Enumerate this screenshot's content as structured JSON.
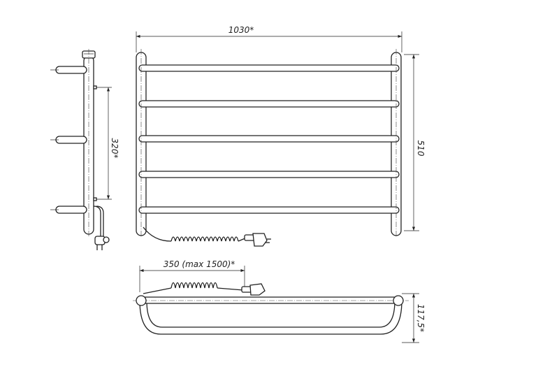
{
  "dimensions": {
    "width": "1030*",
    "height": "510",
    "mount_spacing": "320*",
    "cord_length": "350 (max 1500)*",
    "depth": "117,5*"
  },
  "colors": {
    "line": "#222222",
    "background": "#ffffff"
  }
}
